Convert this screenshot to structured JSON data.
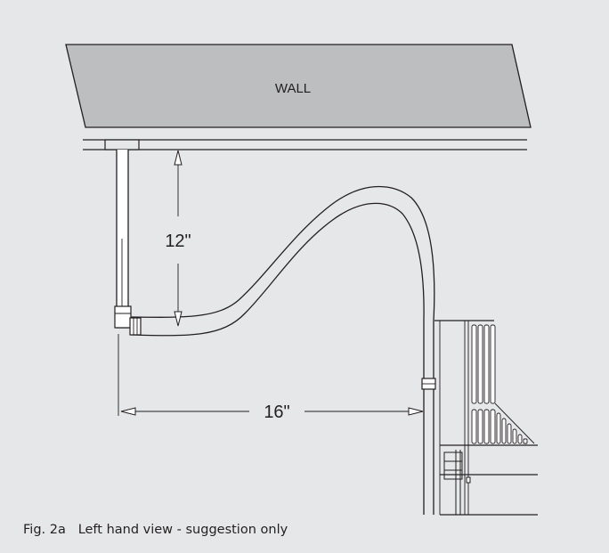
{
  "labels": {
    "wall": "WALL",
    "height_dimension": "12\"",
    "width_dimension": "16\""
  },
  "caption": {
    "figure": "Fig. 2a",
    "text": "Left hand view - suggestion only"
  },
  "colors": {
    "background": "#e6e7e8",
    "wall_fill": "#bcbec0",
    "stroke": "#231f20",
    "tube_fill": "#ffffff"
  }
}
